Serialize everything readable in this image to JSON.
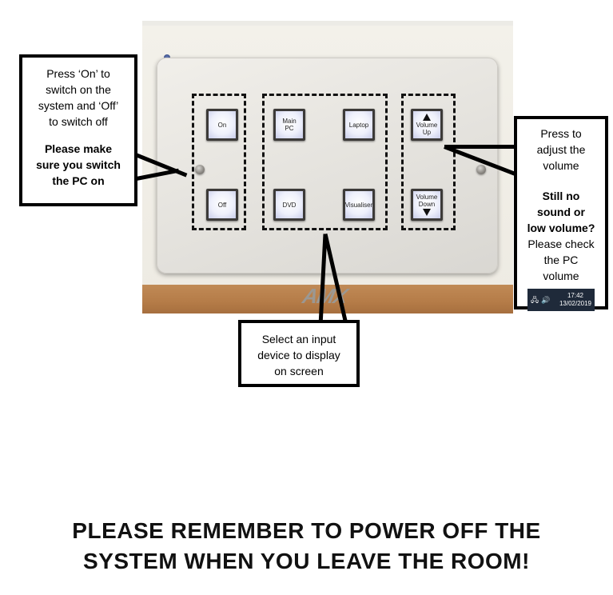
{
  "callouts": {
    "power": {
      "line1": "Press ‘On’ to",
      "line2": "switch on the",
      "line3": "system and ‘Off’",
      "line4": "to switch off",
      "bold1": "Please make",
      "bold2": "sure you switch",
      "bold3": "the PC on"
    },
    "input": {
      "line1": "Select an input",
      "line2": "device to display",
      "line3": "on screen"
    },
    "volume": {
      "line1": "Press to",
      "line2": "adjust the",
      "line3": "volume",
      "bold1": "Still no",
      "bold2": "sound or",
      "bold3": "low volume?",
      "line4": "Please check",
      "line5": "the PC",
      "line6": "volume"
    }
  },
  "taskbar": {
    "time": "17:42",
    "date": "13/02/2019"
  },
  "panel": {
    "brand": "AMX",
    "buttons": {
      "on": "On",
      "off": "Off",
      "main_pc_1": "Main",
      "main_pc_2": "PC",
      "laptop": "Laptop",
      "dvd": "DVD",
      "visualiser": "Visualiser",
      "volume_up_1": "Volume",
      "volume_up_2": "Up",
      "volume_down_1": "Volume",
      "volume_down_2": "Down"
    }
  },
  "footer": {
    "line1": "PLEASE REMEMBER TO POWER OFF THE",
    "line2": "SYSTEM WHEN YOU LEAVE THE ROOM!"
  }
}
